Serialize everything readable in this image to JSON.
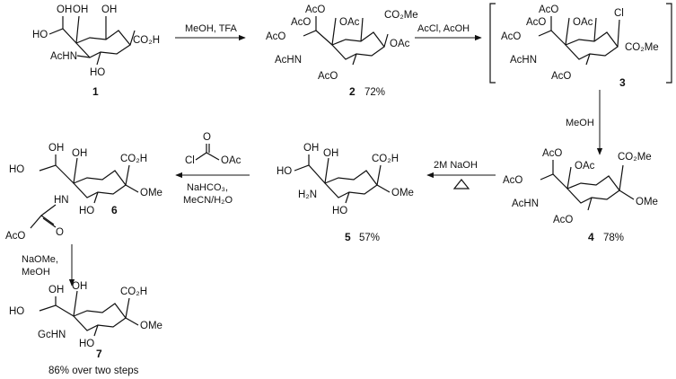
{
  "compounds": {
    "c1": {
      "number": "1",
      "labels": {
        "oh_top_a": "OH",
        "oh_top_b": "OH",
        "oh_top_c": "OH",
        "ho_left": "HO",
        "nh": "AcHN",
        "ho_bottom": "HO",
        "acid": "CO₂H"
      }
    },
    "c2": {
      "number": "2",
      "yield": "72%",
      "labels": {
        "oac_top_a": "AcO",
        "oac_top_b": "AcO",
        "oac_top_c": "OAc",
        "aco_left": "AcO",
        "nh": "AcHN",
        "aco_bottom": "AcO",
        "ester": "CO₂Me",
        "oac_right": "OAc"
      }
    },
    "c3": {
      "number": "3",
      "labels": {
        "oac_top_a": "AcO",
        "oac_top_b": "AcO",
        "oac_top_c": "OAc",
        "aco_left": "AcO",
        "nh": "AcHN",
        "aco_bottom": "AcO",
        "cl": "Cl",
        "ester": "CO₂Me"
      }
    },
    "c4": {
      "number": "4",
      "yield": "78%",
      "labels": {
        "oac_top_a": "AcO",
        "oac_top_c": "OAc",
        "aco_left": "AcO",
        "nh": "AcHN",
        "aco_bottom": "AcO",
        "ester": "CO₂Me",
        "ome": "OMe"
      }
    },
    "c5": {
      "number": "5",
      "yield": "57%",
      "labels": {
        "oh_top_a": "OH",
        "oh_top_b": "OH",
        "ho_left": "HO",
        "nh2": "H₂N",
        "ho_bottom": "HO",
        "acid": "CO₂H",
        "ome": "OMe"
      }
    },
    "c6": {
      "number": "6",
      "labels": {
        "oh_top_a": "OH",
        "oh_top_b": "OH",
        "ho_left": "HO",
        "hn": "HN",
        "ho_bottom": "HO",
        "acid": "CO₂H",
        "ome": "OMe",
        "amide_o": "O",
        "aco_side": "AcO"
      }
    },
    "c7": {
      "number": "7",
      "yield": "86% over two steps",
      "labels": {
        "oh_top_a": "OH",
        "oh_top_b": "OH",
        "ho_left": "HO",
        "nh": "GcHN",
        "ho_bottom": "HO",
        "acid": "CO₂H",
        "ome": "OMe"
      }
    }
  },
  "reagents": {
    "step1": "MeOH, TFA",
    "step2": "AcCl, AcOH",
    "step3": "MeOH",
    "step4_top": "2M NaOH",
    "step5_line1": "NaHCO₃,",
    "step5_line2": "MeCN/H₂O",
    "step5_reagent": {
      "o": "O",
      "cl": "Cl",
      "oac": "OAc"
    },
    "step6_line1": "NaOMe,",
    "step6_line2": "MeOH"
  }
}
